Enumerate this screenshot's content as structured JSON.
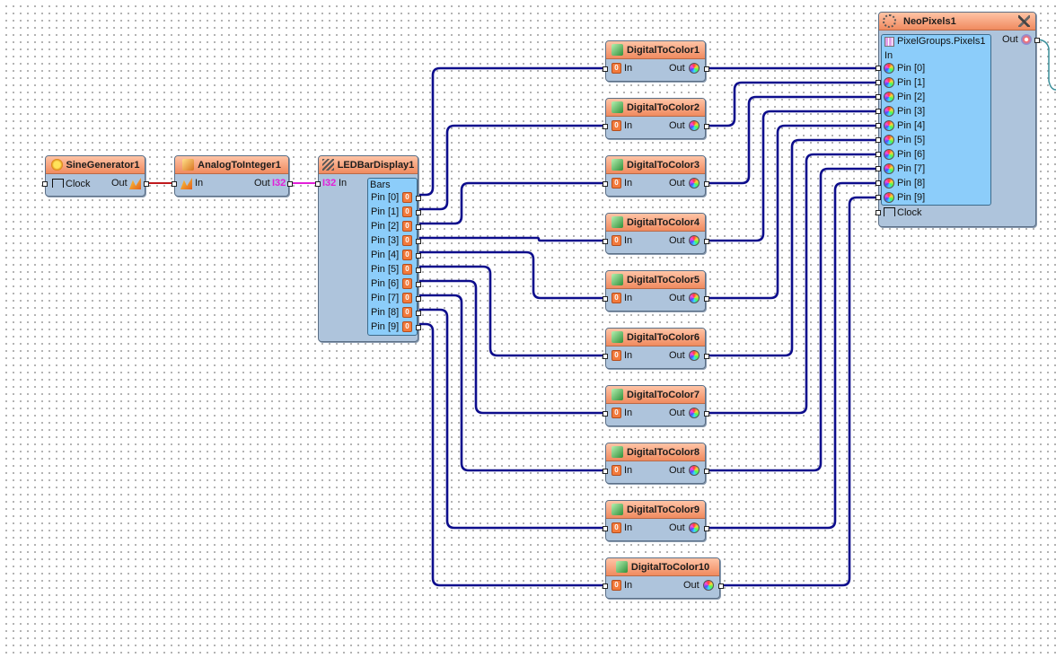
{
  "components": {
    "sine": {
      "title": "SineGenerator1",
      "clock_label": "Clock",
      "out_label": "Out"
    },
    "analog": {
      "title": "AnalogToInteger1",
      "in_label": "In",
      "out_label": "Out",
      "out_type": "I32"
    },
    "led": {
      "title": "LEDBarDisplay1",
      "in_label": "In",
      "in_type": "I32",
      "bars_label": "Bars",
      "pins": [
        "Pin [0]",
        "Pin [1]",
        "Pin [2]",
        "Pin [3]",
        "Pin [4]",
        "Pin [5]",
        "Pin [6]",
        "Pin [7]",
        "Pin [8]",
        "Pin [9]"
      ]
    },
    "d2c": [
      {
        "title": "DigitalToColor1",
        "in_label": "In",
        "out_label": "Out"
      },
      {
        "title": "DigitalToColor2",
        "in_label": "In",
        "out_label": "Out"
      },
      {
        "title": "DigitalToColor3",
        "in_label": "In",
        "out_label": "Out"
      },
      {
        "title": "DigitalToColor4",
        "in_label": "In",
        "out_label": "Out"
      },
      {
        "title": "DigitalToColor5",
        "in_label": "In",
        "out_label": "Out"
      },
      {
        "title": "DigitalToColor6",
        "in_label": "In",
        "out_label": "Out"
      },
      {
        "title": "DigitalToColor7",
        "in_label": "In",
        "out_label": "Out"
      },
      {
        "title": "DigitalToColor8",
        "in_label": "In",
        "out_label": "Out"
      },
      {
        "title": "DigitalToColor9",
        "in_label": "In",
        "out_label": "Out"
      },
      {
        "title": "DigitalToColor10",
        "in_label": "In",
        "out_label": "Out"
      }
    ],
    "neo": {
      "title": "NeoPixels1",
      "group_label": "PixelGroups.Pixels1",
      "out_label": "Out",
      "in_label": "In",
      "clock_label": "Clock",
      "pins": [
        "Pin [0]",
        "Pin [1]",
        "Pin [2]",
        "Pin [3]",
        "Pin [4]",
        "Pin [5]",
        "Pin [6]",
        "Pin [7]",
        "Pin [8]",
        "Pin [9]"
      ]
    }
  },
  "colors": {
    "wire_main": "#0d0d8c",
    "wire_analog": "#c0191d",
    "wire_int": "#e21fd8",
    "header": "#f08a5f",
    "body": "#aec4dc"
  }
}
